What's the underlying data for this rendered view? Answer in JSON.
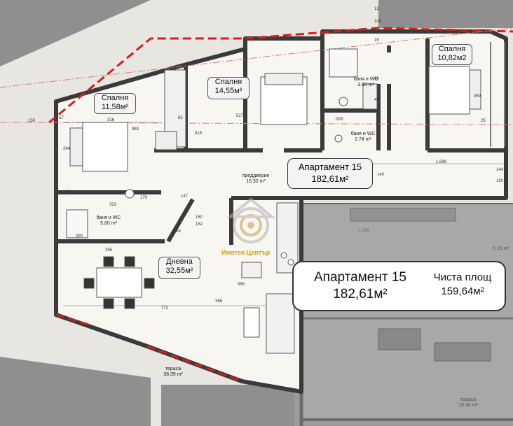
{
  "rooms": [
    {
      "name": "Спалня",
      "area": "11,58м²"
    },
    {
      "name": "Спалня",
      "area": "14,55м²"
    },
    {
      "name": "Спалня",
      "area": "10,82м2"
    },
    {
      "name": "Дневна",
      "area": "32,55м²"
    }
  ],
  "small_rooms": [
    {
      "name": "баня и WC",
      "area": "3.90 m²"
    },
    {
      "name": "баня и WC",
      "area": "2.74 m²"
    },
    {
      "name": "баня и WC",
      "area": "5.80 m²"
    },
    {
      "name": "преддверие",
      "area": "15.32 m²"
    },
    {
      "name": "тераса",
      "area": "38.39 m²"
    }
  ],
  "neighbor_labels": [
    "тераса",
    "10.46 m²",
    "8.15 m²"
  ],
  "dimensions": [
    "150",
    "316",
    "383",
    "264",
    "57",
    "12",
    "85",
    "419",
    "527",
    "323",
    "170",
    "290",
    "295",
    "772",
    "585",
    "386",
    "1.898",
    "140",
    "1.118",
    "109",
    "359",
    "25",
    "12",
    "15",
    "40",
    "152",
    "150",
    "163",
    "147",
    "98",
    "009",
    "144",
    "190"
  ],
  "apartment_box": {
    "title": "Апартамент 15",
    "area": "182,61м²"
  },
  "summary": {
    "title": "Апартамент 15",
    "area": "182,61м²",
    "net_label": "Чиста площ",
    "net_area": "159,64м²"
  },
  "watermark": "Имотен Център",
  "colors": {
    "wall": "#3a3a3a",
    "floor": "#f7f6f1",
    "outside": "#8f8f8f",
    "terrace_line": "#d91c1c",
    "grid_line": "#e07b7b"
  }
}
